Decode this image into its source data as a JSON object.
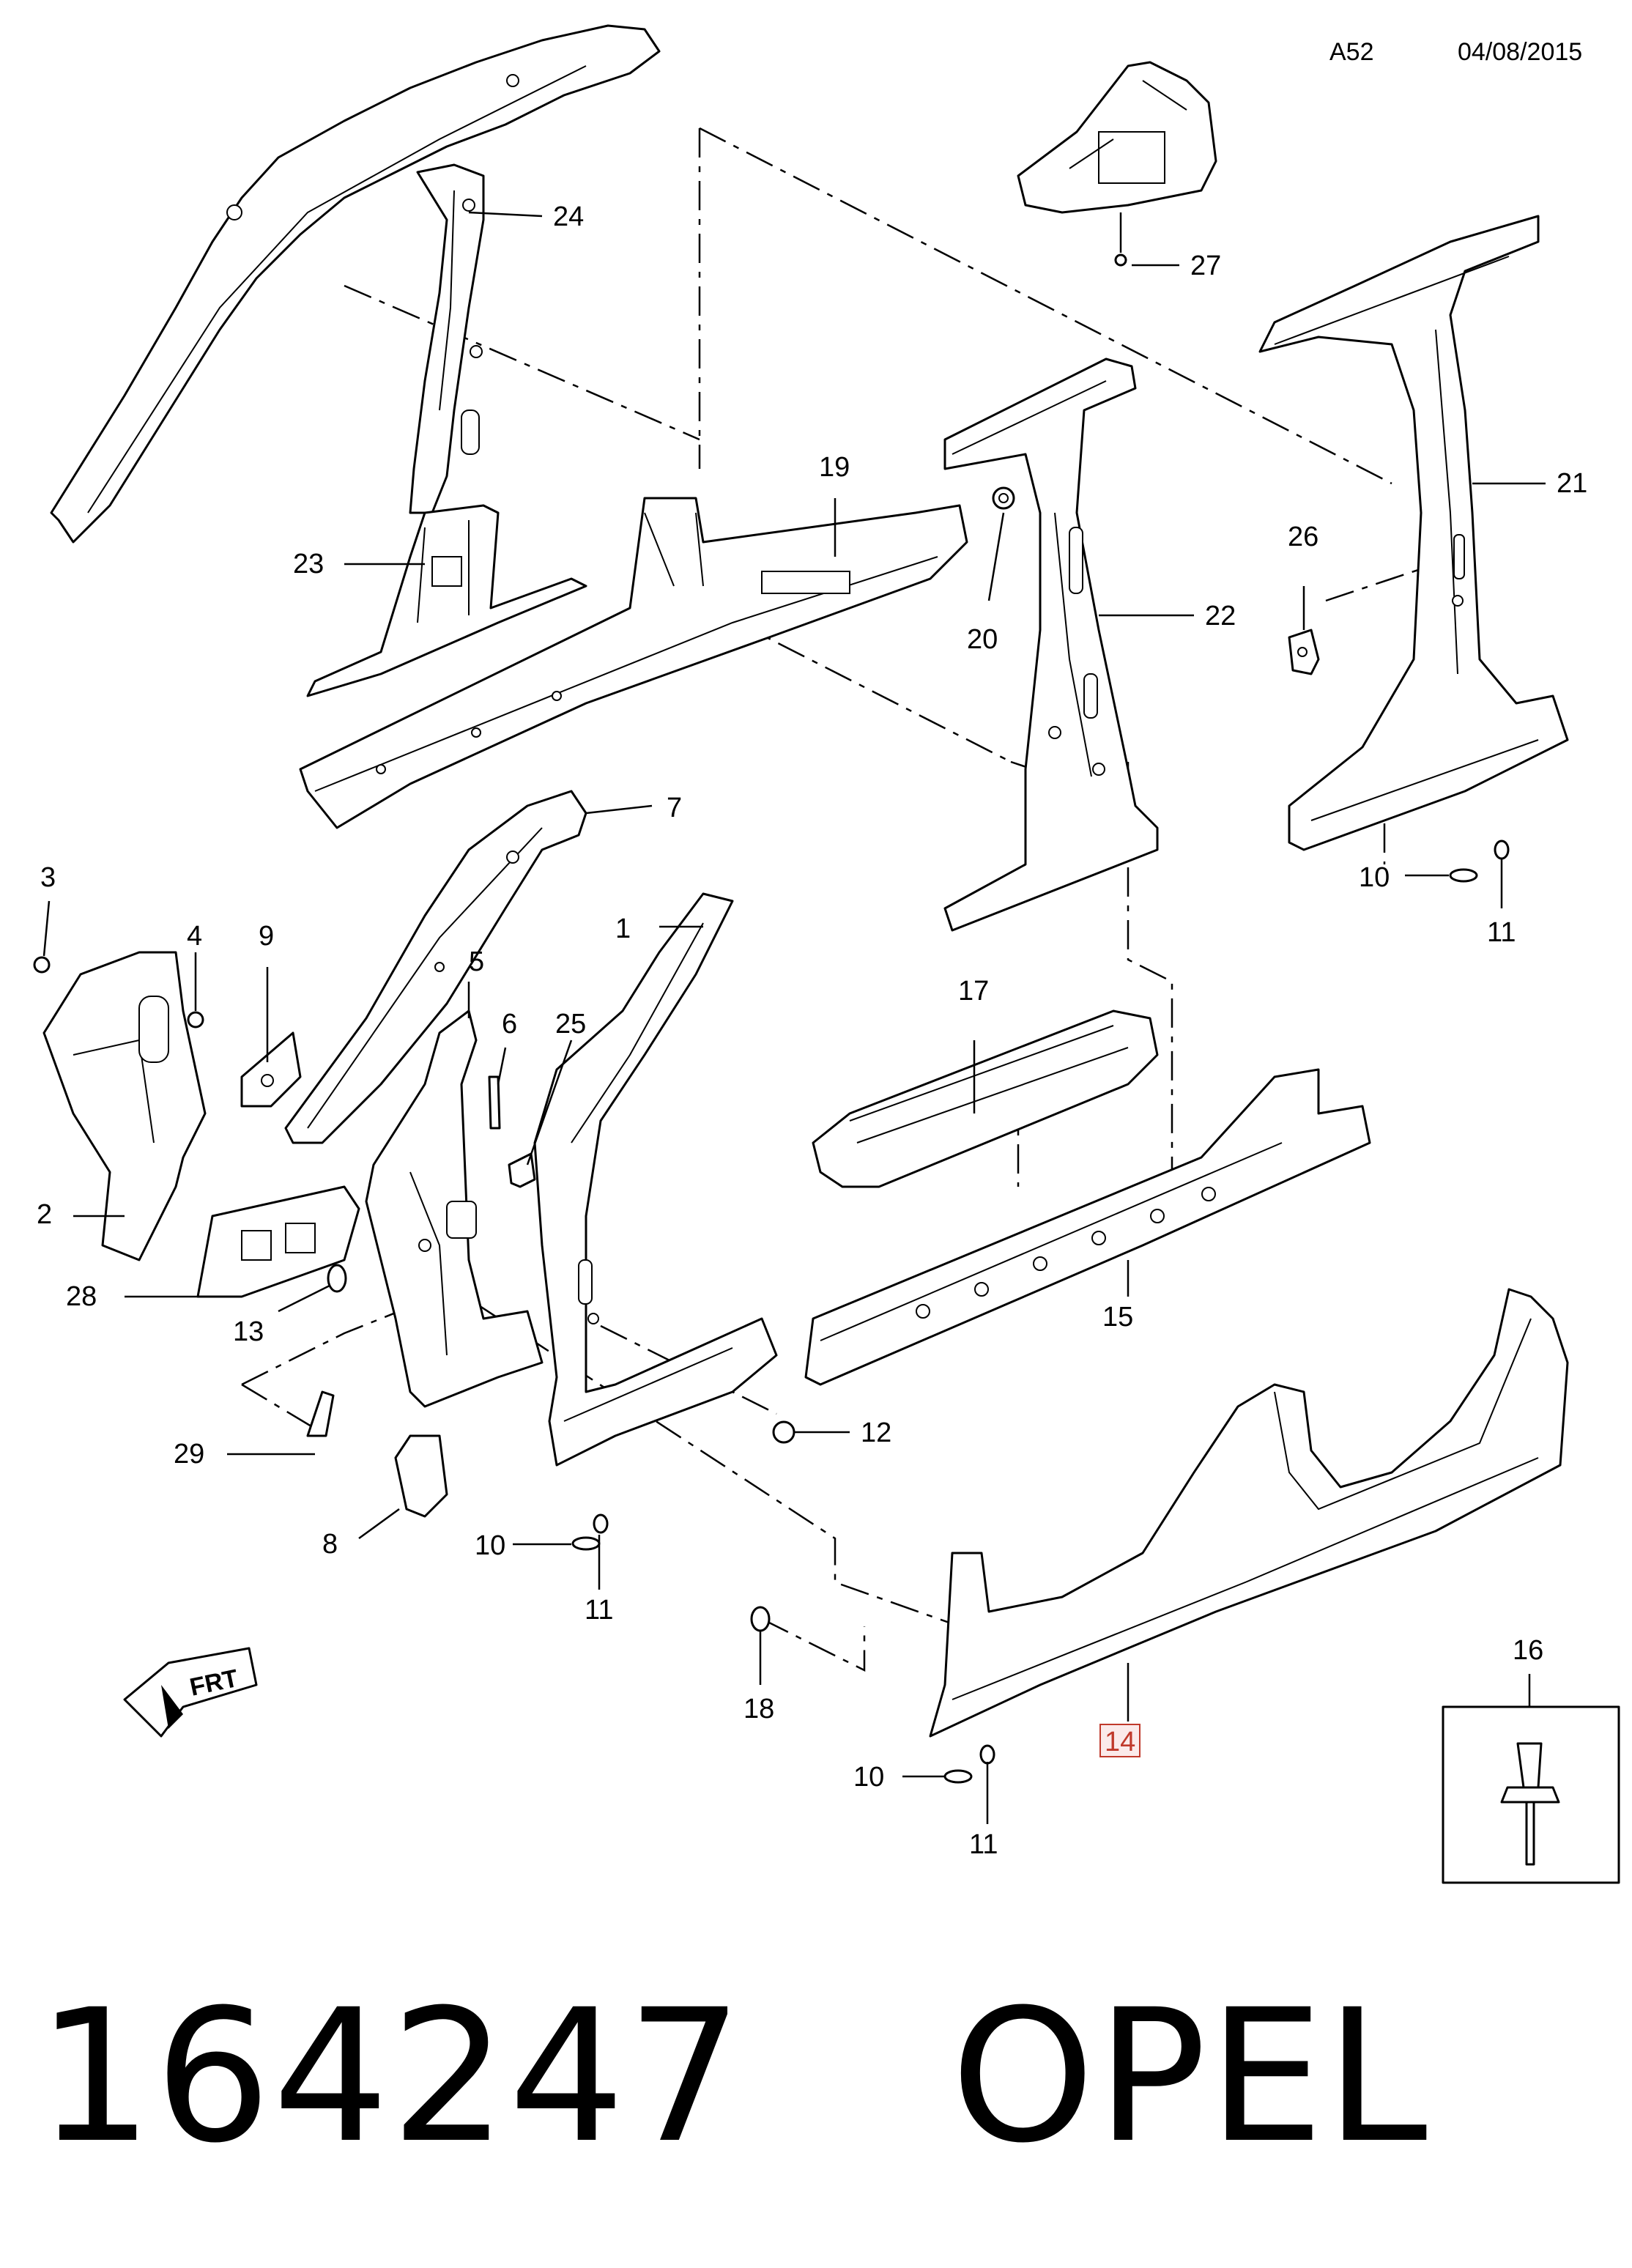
{
  "header": {
    "code": "A52",
    "date": "04/08/2015"
  },
  "footer": {
    "part_number": "164247",
    "brand": "OPEL"
  },
  "orientation_badge": {
    "label": "FRT",
    "icon": "front-arrow-icon"
  },
  "callouts": {
    "c1": "1",
    "c2": "2",
    "c3": "3",
    "c4": "4",
    "c5": "5",
    "c6": "6",
    "c7": "7",
    "c8": "8",
    "c9": "9",
    "c10a": "10",
    "c10b": "10",
    "c10c": "10",
    "c11a": "11",
    "c11b": "11",
    "c11c": "11",
    "c12": "12",
    "c13": "13",
    "c14": "14",
    "c15": "15",
    "c16": "16",
    "c17": "17",
    "c18": "18",
    "c19": "19",
    "c20": "20",
    "c21": "21",
    "c22": "22",
    "c23": "23",
    "c24": "24",
    "c25": "25",
    "c26": "26",
    "c27": "27",
    "c28": "28",
    "c29": "29"
  },
  "highlighted_callout": "14"
}
